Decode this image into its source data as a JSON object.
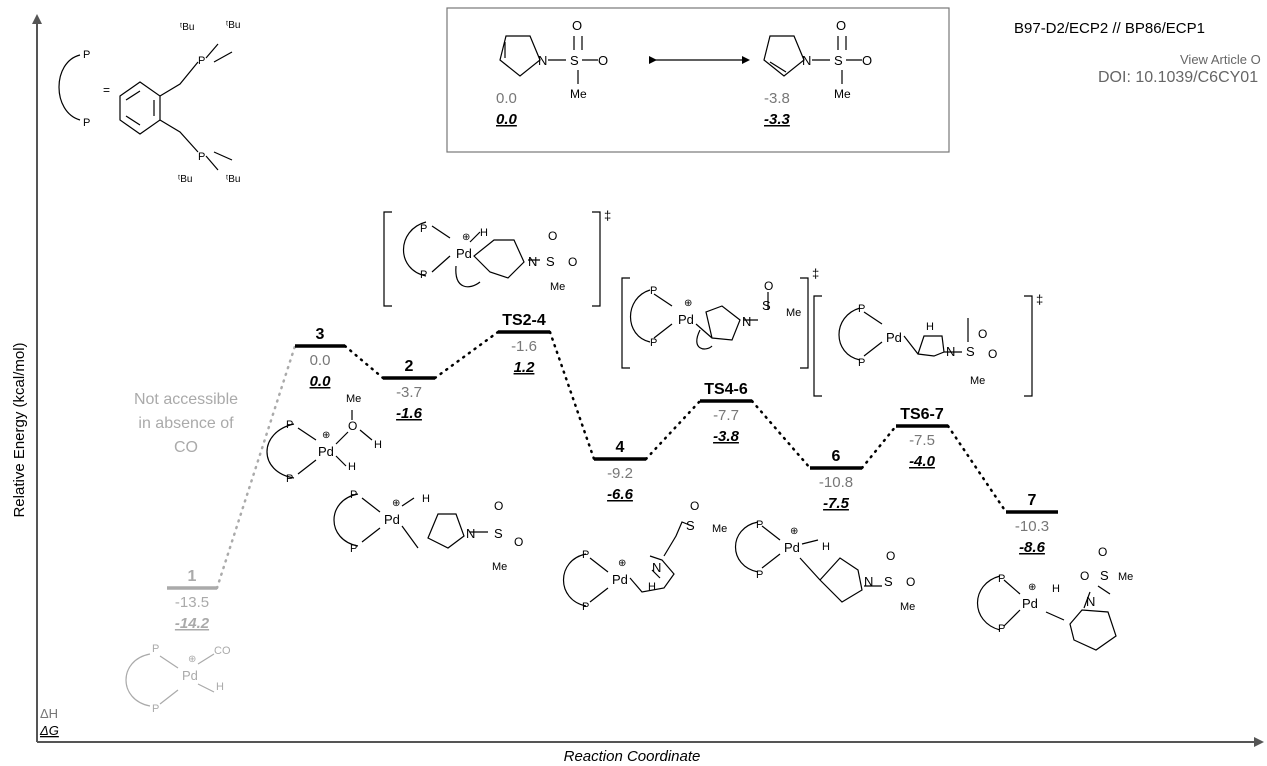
{
  "header": {
    "method": "B97-D2/ECP2 // BP86/ECP1",
    "view_article": "View Article O",
    "doi": "DOI: 10.1039/C6CY01"
  },
  "axes": {
    "y_label": "Relative Energy (kcal/mol)",
    "x_label": "Reaction Coordinate",
    "legend_dH": "ΔH",
    "legend_dG": "ΔG"
  },
  "ligand_key": {
    "P": "P",
    "equals": "=",
    "tBu": "ᵗBu"
  },
  "inset": {
    "left": {
      "dH": "0.0",
      "dG": "0.0"
    },
    "right": {
      "dH": "-3.8",
      "dG": "-3.3"
    },
    "N": "N",
    "S": "S",
    "O": "O",
    "Me": "Me"
  },
  "note": [
    "Not accessible",
    "in absence of",
    "CO"
  ],
  "states": [
    {
      "id": "1",
      "label": "1",
      "dH": "-13.5",
      "dG": "-14.2",
      "muted": true
    },
    {
      "id": "3",
      "label": "3",
      "dH": "0.0",
      "dG": "0.0",
      "muted": false
    },
    {
      "id": "2",
      "label": "2",
      "dH": "-3.7",
      "dG": "-1.6",
      "muted": false
    },
    {
      "id": "TS2-4",
      "label": "TS2-4",
      "dH": "-1.6",
      "dG": "1.2",
      "muted": false
    },
    {
      "id": "4",
      "label": "4",
      "dH": "-9.2",
      "dG": "-6.6",
      "muted": false
    },
    {
      "id": "TS4-6",
      "label": "TS4-6",
      "dH": "-7.7",
      "dG": "-3.8",
      "muted": false
    },
    {
      "id": "6",
      "label": "6",
      "dH": "-10.8",
      "dG": "-7.5",
      "muted": false
    },
    {
      "id": "TS6-7",
      "label": "TS6-7",
      "dH": "-7.5",
      "dG": "-4.0",
      "muted": false
    },
    {
      "id": "7",
      "label": "7",
      "dH": "-10.3",
      "dG": "-8.6",
      "muted": false
    }
  ],
  "atoms": {
    "P": "P",
    "Pd": "Pd",
    "H": "H",
    "O": "O",
    "N": "N",
    "S": "S",
    "Me": "Me",
    "CO": "CO",
    "plus": "⊕",
    "dagger": "‡"
  },
  "colors": {
    "main": "#000000",
    "muted": "#aaaaaa",
    "value": "#777777",
    "axis": "#555555"
  }
}
